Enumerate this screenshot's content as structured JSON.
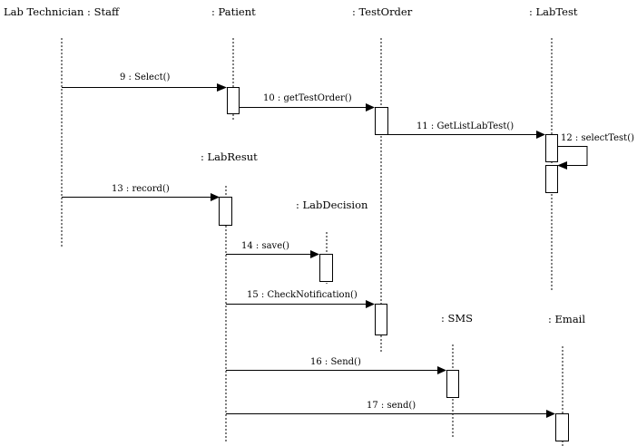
{
  "diagram": {
    "type": "sequence",
    "objects": [
      {
        "id": "staff",
        "label": "Lab Technician : Staff"
      },
      {
        "id": "patient",
        "label": ": Patient"
      },
      {
        "id": "testorder",
        "label": ": TestOrder"
      },
      {
        "id": "labtest",
        "label": ": LabTest"
      },
      {
        "id": "labresult",
        "label": ": LabResut"
      },
      {
        "id": "labdecision",
        "label": ": LabDecision"
      },
      {
        "id": "sms",
        "label": ": SMS"
      },
      {
        "id": "email",
        "label": ": Email"
      }
    ],
    "messages": [
      {
        "id": "m9",
        "label": "9 : Select()",
        "from": "staff",
        "to": "patient"
      },
      {
        "id": "m10",
        "label": "10 : getTestOrder()",
        "from": "patient",
        "to": "testorder"
      },
      {
        "id": "m11",
        "label": "11 : GetListLabTest()",
        "from": "testorder",
        "to": "labtest"
      },
      {
        "id": "m12",
        "label": "12 : selectTest()",
        "from": "labtest",
        "to": "labtest"
      },
      {
        "id": "m13",
        "label": "13 : record()",
        "from": "staff",
        "to": "labresult"
      },
      {
        "id": "m14",
        "label": "14 : save()",
        "from": "labresult",
        "to": "labdecision"
      },
      {
        "id": "m15",
        "label": "15 : CheckNotification()",
        "from": "labresult",
        "to": "testorder"
      },
      {
        "id": "m16",
        "label": "16 : Send()",
        "from": "labresult",
        "to": "sms"
      },
      {
        "id": "m17",
        "label": "17 : send()",
        "from": "labresult",
        "to": "email"
      }
    ]
  }
}
